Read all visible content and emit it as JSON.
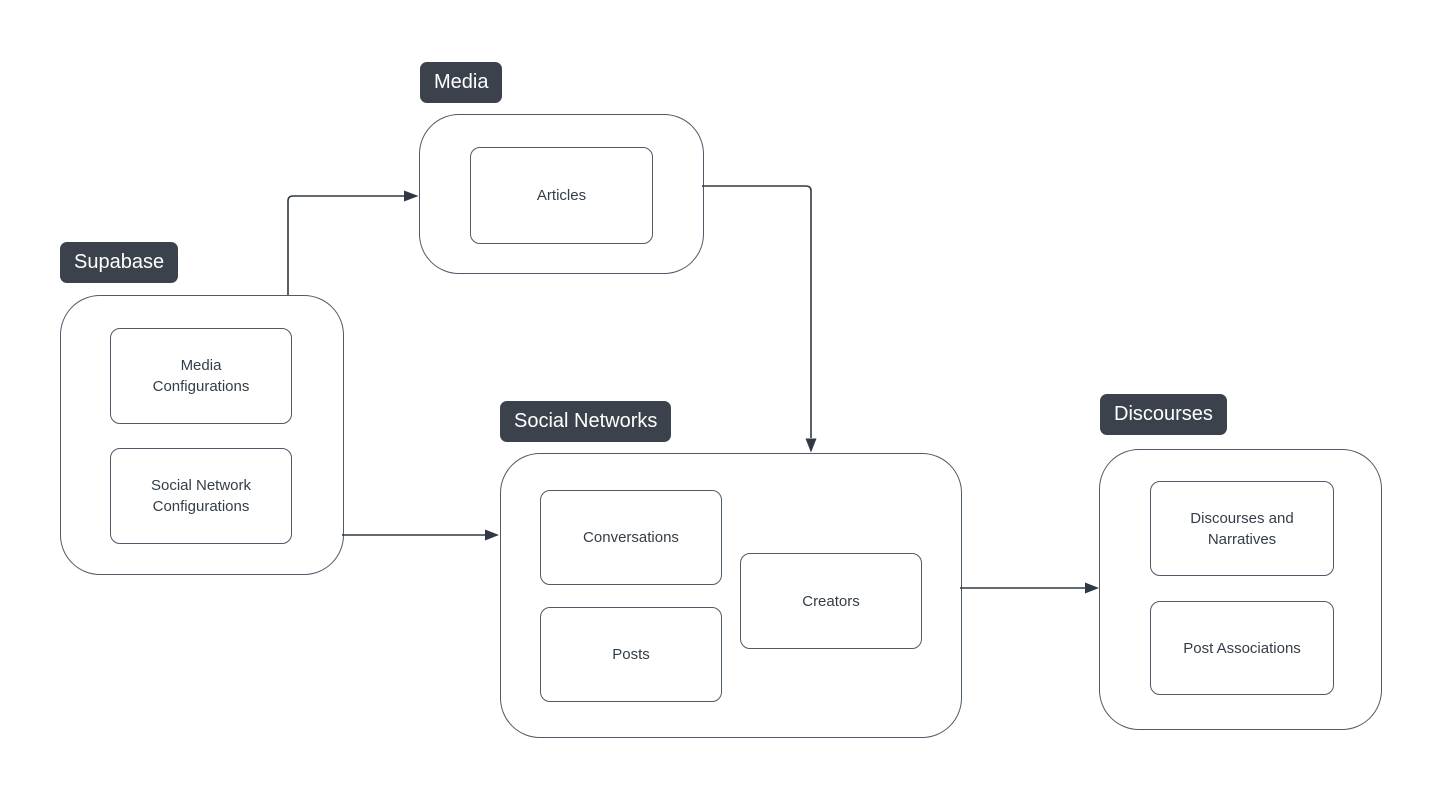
{
  "diagram": {
    "groups": [
      {
        "id": "supabase",
        "label": "Supabase",
        "children": [
          {
            "label": "Media\nConfigurations"
          },
          {
            "label": "Social Network\nConfigurations"
          }
        ]
      },
      {
        "id": "media",
        "label": "Media",
        "children": [
          {
            "label": "Articles"
          }
        ]
      },
      {
        "id": "social-networks",
        "label": "Social Networks",
        "children": [
          {
            "label": "Conversations"
          },
          {
            "label": "Posts"
          },
          {
            "label": "Creators"
          }
        ]
      },
      {
        "id": "discourses",
        "label": "Discourses",
        "children": [
          {
            "label": "Discourses and\nNarratives"
          },
          {
            "label": "Post Associations"
          }
        ]
      }
    ],
    "edges": [
      {
        "from": "Supabase",
        "to": "Media"
      },
      {
        "from": "Media",
        "to": "Social Networks"
      },
      {
        "from": "Supabase",
        "to": "Social Networks"
      },
      {
        "from": "Social Networks",
        "to": "Discourses"
      }
    ],
    "colors": {
      "background": "#ffffff",
      "badge_bg": "#3b424c",
      "badge_text": "#ffffff",
      "shape_border": "#4e5a66",
      "shape_fill": "#ffffff",
      "node_text": "#333e48",
      "arrow": "#2e3944"
    }
  }
}
